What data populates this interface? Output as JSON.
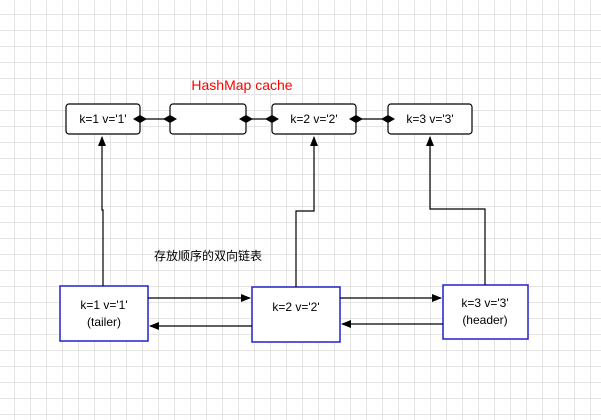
{
  "title": "HashMap cache",
  "caption": "存放顺序的双向链表",
  "colors": {
    "title": "#ff0000",
    "cache_border": "#000000",
    "list_border": "#2222cc",
    "arrow": "#000000"
  },
  "cache_nodes": [
    {
      "label": "k=1 v='1'"
    },
    {
      "label": ""
    },
    {
      "label": "k=2 v='2'"
    },
    {
      "label": "k=3 v='3'"
    }
  ],
  "list_nodes": [
    {
      "line1": "k=1 v='1'",
      "line2": "(tailer)"
    },
    {
      "line1": "k=2 v='2'",
      "line2": ""
    },
    {
      "line1": "k=3 v='3'",
      "line2": "(header)"
    }
  ]
}
